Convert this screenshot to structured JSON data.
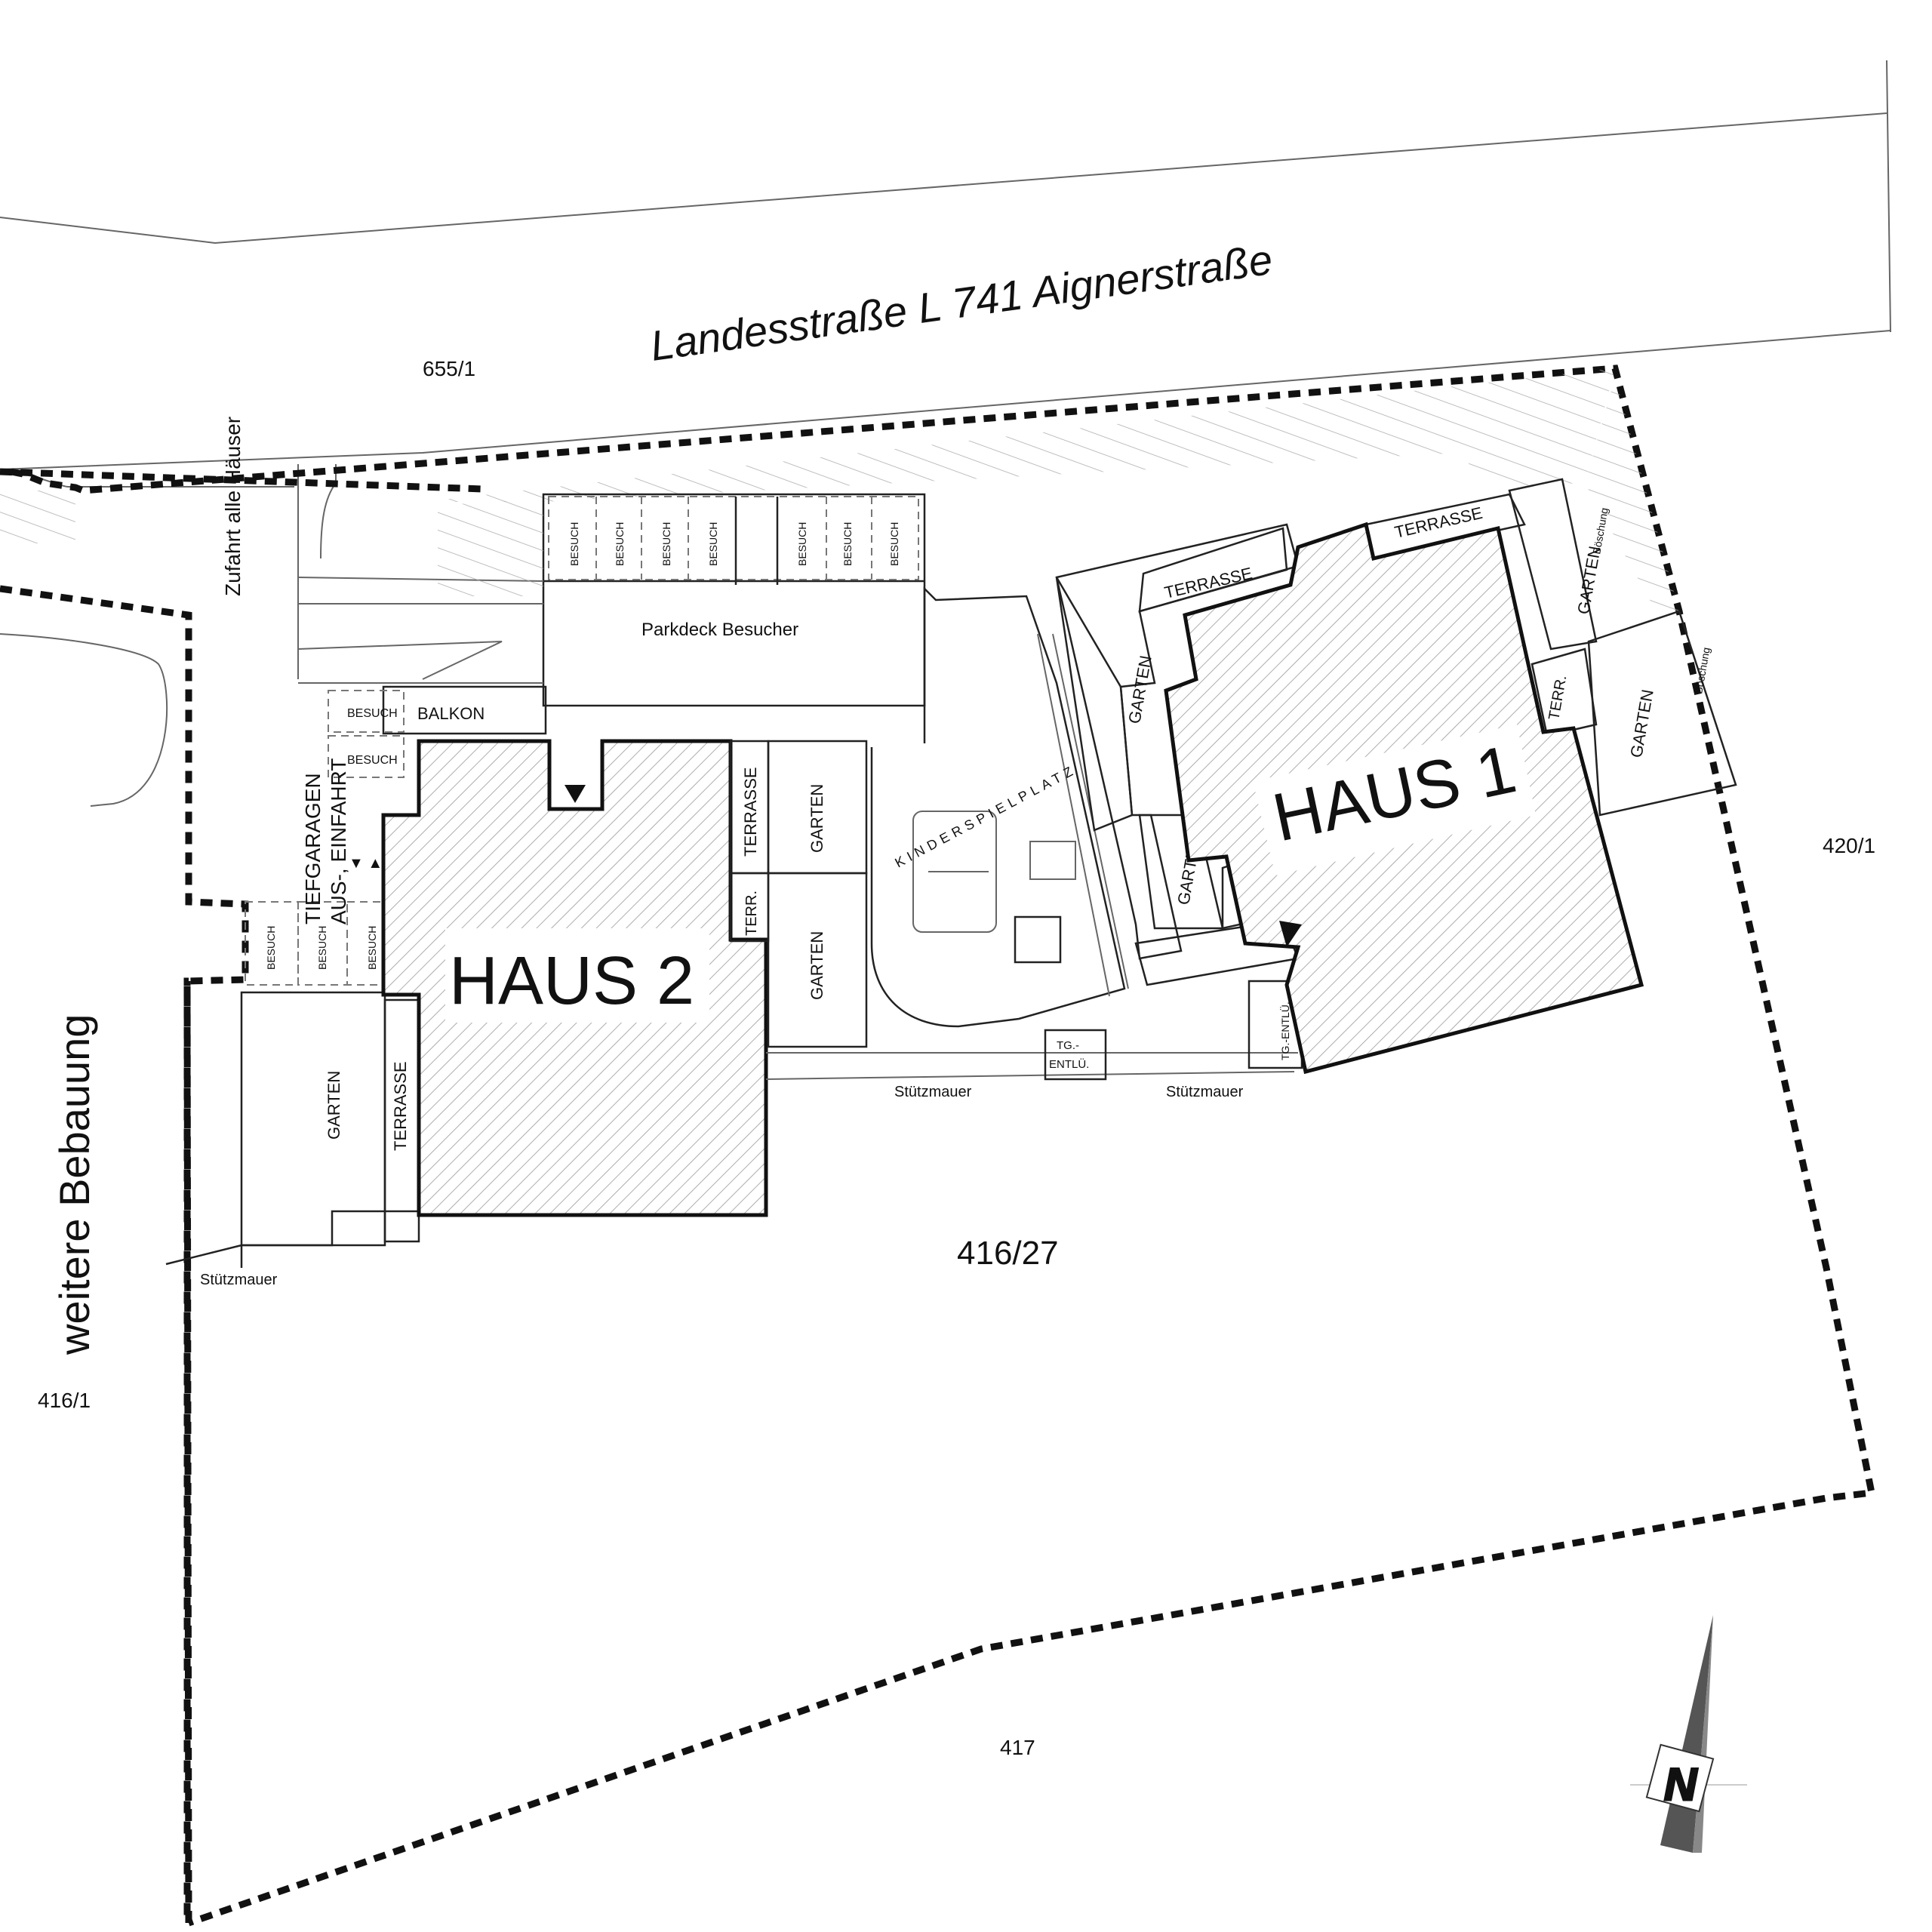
{
  "street": "Landesstraße L 741 Aignerstraße",
  "access_road": "Zufahrt alle Häuser",
  "neighbour_development": "weitere Bebauung",
  "parcels": {
    "north": "655/1",
    "main": "416/27",
    "east": "420/1",
    "west": "416/1",
    "south": "417"
  },
  "houses": {
    "house1": "HAUS 1",
    "house2": "HAUS 2"
  },
  "areas": {
    "parkdeck": "Parkdeck Besucher",
    "playground": "KINDERSPIELPLATZ",
    "balkon": "BALKON",
    "garage_line1": "TIEFGARAGEN",
    "garage_line2": "AUS-, EINFAHRT",
    "garage_arrows": "▼ ▲",
    "visitor": "BESUCH",
    "garden": "GARTEN",
    "terrace": "TERRASSE",
    "terrace_short": "TERR.",
    "vent_line1": "TG.-",
    "vent_line2": "ENTLÜ.",
    "vent_single": "TG.-ENTLÜ.",
    "retaining_wall": "Stützmauer",
    "embankment": "Böschung"
  },
  "north_arrow": "N",
  "entrance_icon": "triangle-down-icon"
}
